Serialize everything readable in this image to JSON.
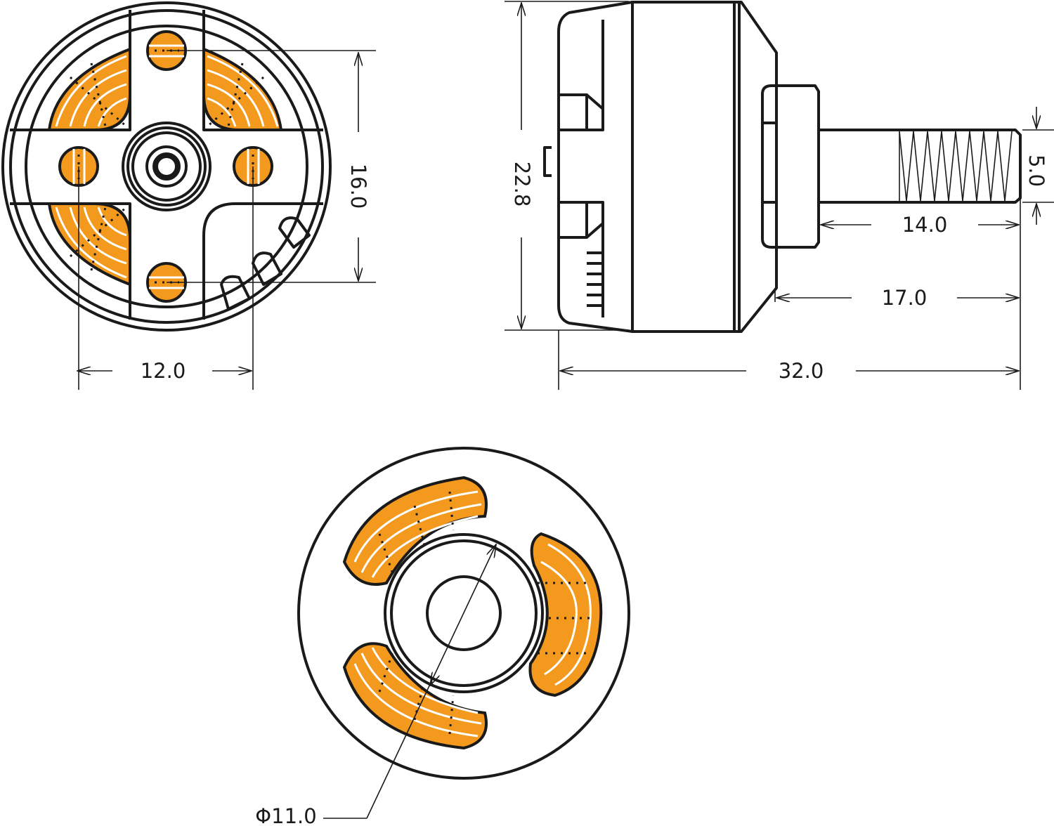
{
  "drawing": {
    "title_views": [
      "front-view",
      "side-view",
      "bottom-view"
    ],
    "accent_color": "#F39A1E",
    "line_color": "#1a1a1a",
    "dimensions": {
      "mount_hole_horizontal": "12.0",
      "mount_hole_vertical": "16.0",
      "motor_diameter": "22.8",
      "shaft_diameter": "5.0",
      "shaft_length": "14.0",
      "shaft_from_bell": "17.0",
      "total_length": "32.0",
      "stator_diameter": "Φ11.0"
    }
  }
}
